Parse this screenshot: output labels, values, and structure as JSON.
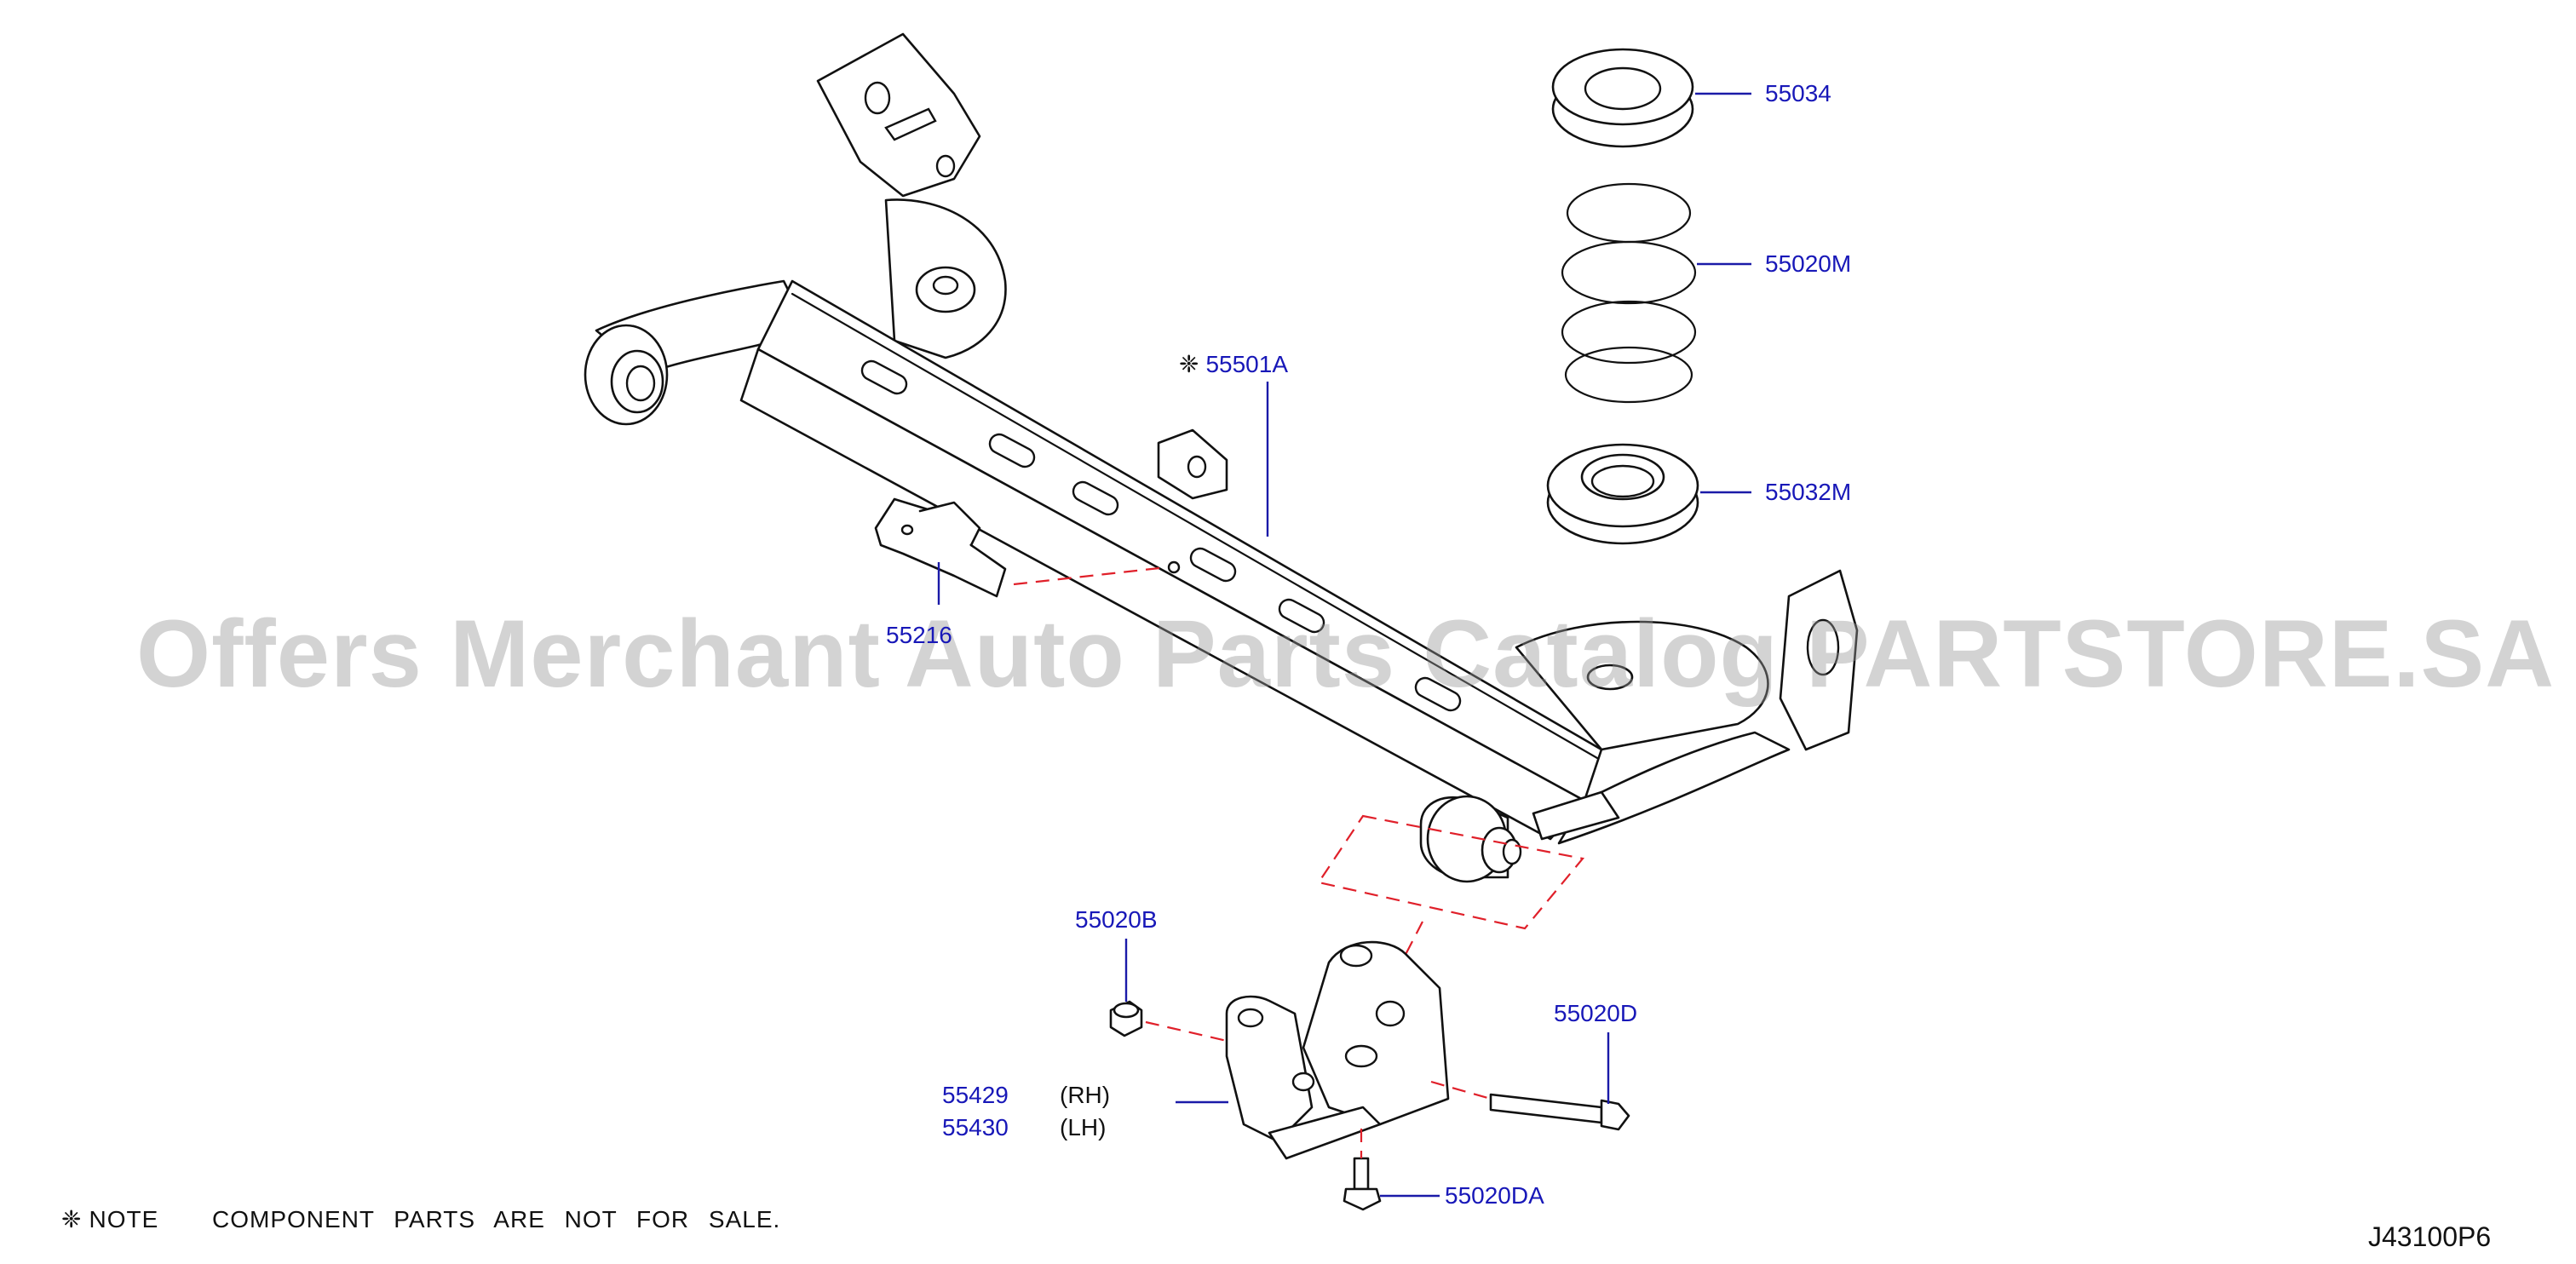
{
  "diagram": {
    "drawing_code": "J43100P6",
    "note": {
      "symbol": "❈",
      "label": "NOTE",
      "text": "COMPONENT PARTS ARE NOT FOR SALE."
    },
    "watermark": "Offers Merchant Auto Parts Catalog PARTSTORE.SA",
    "callouts": {
      "spring_seat_upper": "55034",
      "coil_spring": "55020M",
      "beam_assembly_symbol": "❈",
      "beam_assembly": "55501A",
      "spring_seat_lower": "55032M",
      "bracket_small": "55216",
      "nut": "55020B",
      "bolt": "55020D",
      "bracket_rh": "55429",
      "bracket_rh_side": "(RH)",
      "bracket_lh": "55430",
      "bracket_lh_side": "(LH)",
      "bolt_lower": "55020DA"
    },
    "colors": {
      "callout": "#1818b8",
      "leader": "#1a1aa8",
      "dashed_guide": "#e0202a",
      "outline": "#111111"
    }
  }
}
